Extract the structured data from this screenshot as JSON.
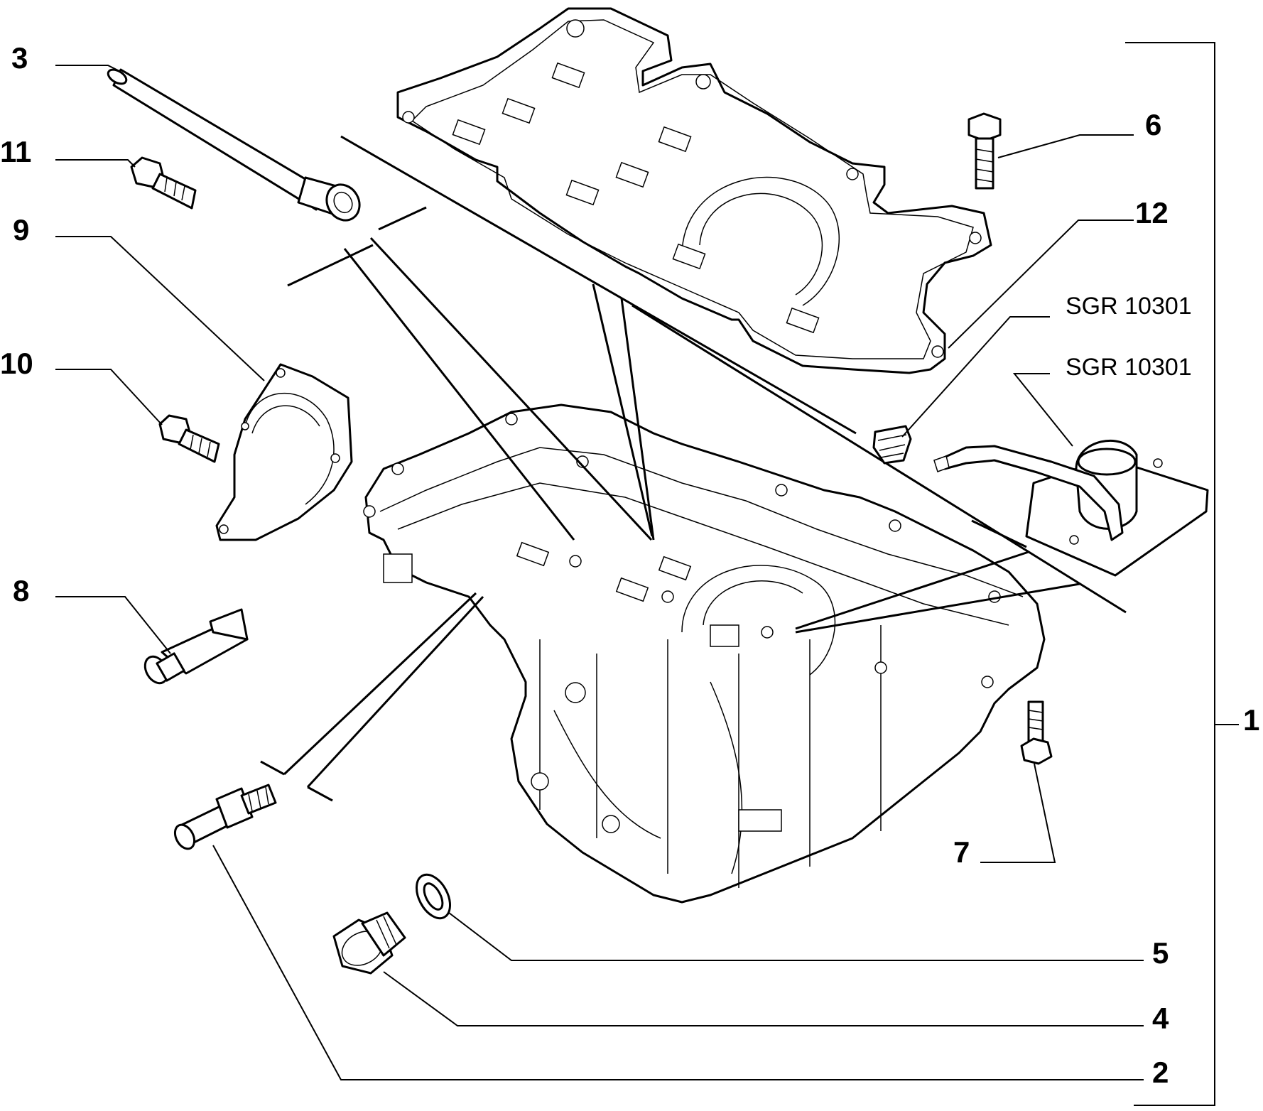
{
  "diagram": {
    "parts": [
      {
        "id": "1",
        "label": "1",
        "name": "oil-sump"
      },
      {
        "id": "2",
        "label": "2",
        "name": "stud-fitting"
      },
      {
        "id": "3",
        "label": "3",
        "name": "long-tube"
      },
      {
        "id": "4",
        "label": "4",
        "name": "drain-plug"
      },
      {
        "id": "5",
        "label": "5",
        "name": "drain-plug-washer"
      },
      {
        "id": "6",
        "label": "6",
        "name": "top-bolt"
      },
      {
        "id": "7",
        "label": "7",
        "name": "sump-bolt"
      },
      {
        "id": "8",
        "label": "8",
        "name": "sealant-tube"
      },
      {
        "id": "9",
        "label": "9",
        "name": "end-cover-gasket"
      },
      {
        "id": "10",
        "label": "10",
        "name": "cover-bolt"
      },
      {
        "id": "11",
        "label": "11",
        "name": "short-bolt"
      },
      {
        "id": "12",
        "label": "12",
        "name": "rubber-plug"
      }
    ],
    "tool_refs": [
      {
        "id": "t1",
        "label": "SGR 10301"
      },
      {
        "id": "t2",
        "label": "SGR 10301"
      }
    ]
  }
}
